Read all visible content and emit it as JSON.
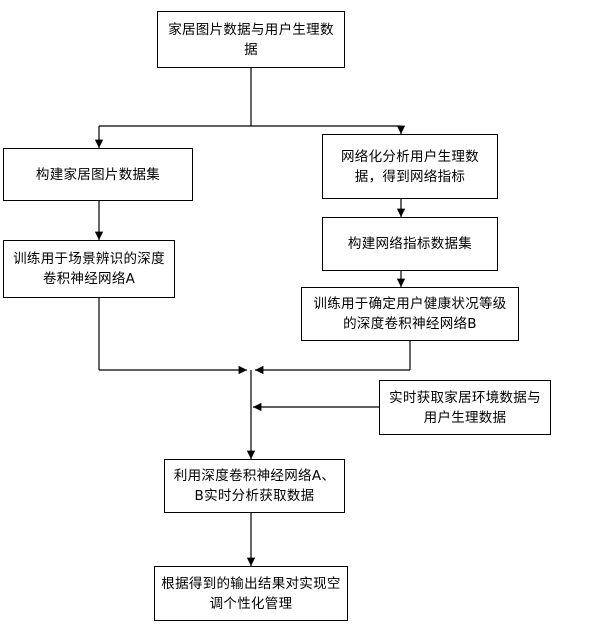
{
  "flowchart": {
    "nodes": {
      "input": "家居图片数据与用户生理数据",
      "build_image_dataset": "构建家居图片数据集",
      "train_scene_cnn": "训练用于场景辨识的深度卷积神经网络A",
      "network_analysis": "网络化分析用户生理数据，得到网络指标",
      "build_network_dataset": "构建网络指标数据集",
      "train_health_cnn": "训练用于确定用户健康状况等级的深度卷积神经网络B",
      "realtime_acquire": "实时获取家居环境数据与用户生理数据",
      "realtime_analysis": "利用深度卷积神经网络A、B实时分析获取数据",
      "output_control": "根据得到的输出结果对实现空调个性化管理"
    }
  }
}
